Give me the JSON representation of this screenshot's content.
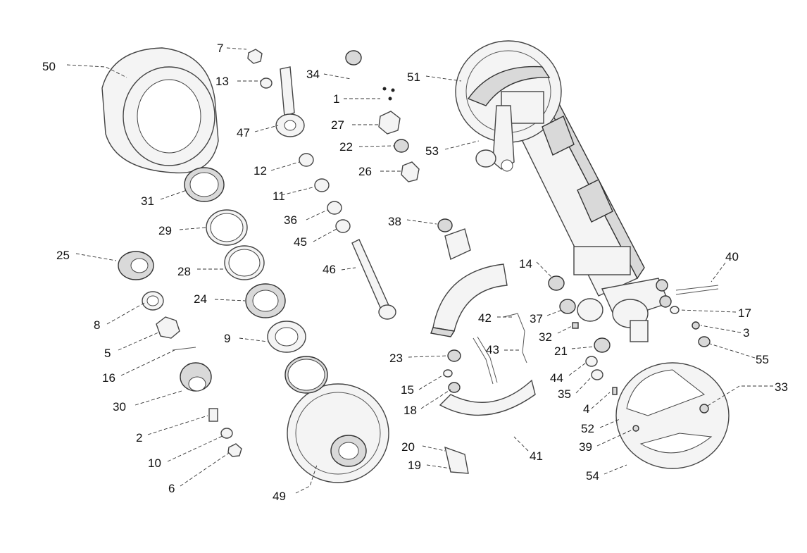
{
  "labels": {
    "l1": "1",
    "l2": "2",
    "l3": "3",
    "l4": "4",
    "l5": "5",
    "l6": "6",
    "l7": "7",
    "l8": "8",
    "l9": "9",
    "l10": "10",
    "l11": "11",
    "l12": "12",
    "l13": "13",
    "l14": "14",
    "l15": "15",
    "l16": "16",
    "l17": "17",
    "l18": "18",
    "l19": "19",
    "l20": "20",
    "l21": "21",
    "l22": "22",
    "l23": "23",
    "l24": "24",
    "l25": "25",
    "l26": "26",
    "l27": "27",
    "l28": "28",
    "l29": "29",
    "l30": "30",
    "l31": "31",
    "l32": "32",
    "l33": "33",
    "l34": "34",
    "l35": "35",
    "l36": "36",
    "l37": "37",
    "l38": "38",
    "l39": "39",
    "l40": "40",
    "l41": "41",
    "l42": "42",
    "l43": "43",
    "l44": "44",
    "l45": "45",
    "l46": "46",
    "l47": "47",
    "l49": "49",
    "l50": "50",
    "l51": "51",
    "l52": "52",
    "l53": "53",
    "l54": "54",
    "l55": "55"
  }
}
